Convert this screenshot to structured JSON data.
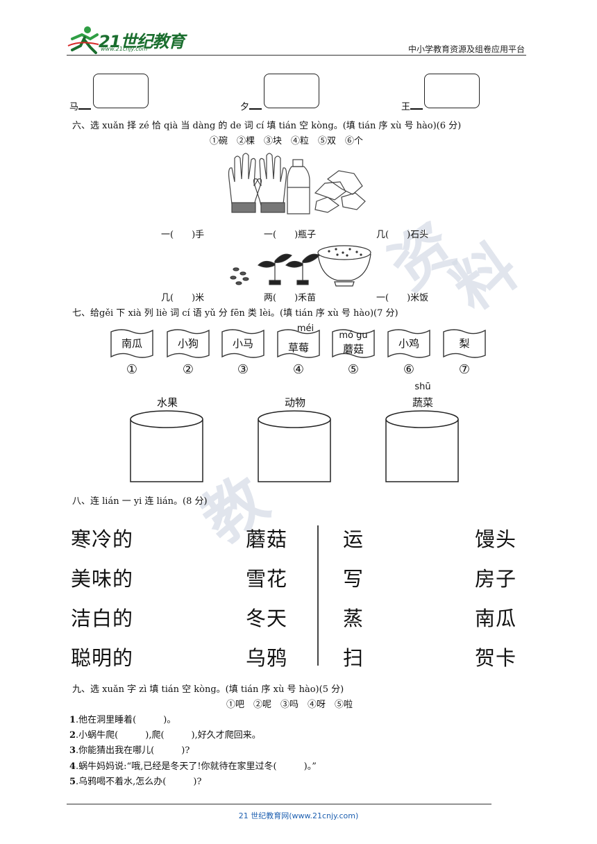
{
  "header": {
    "logo_text": "21世纪教育",
    "logo_url": "www.21cnjy.com",
    "right_text": "中小学教育资源及组卷应用平台"
  },
  "watermark": {
    "char1": "资",
    "char2": "料",
    "char3": "教"
  },
  "q5_row": {
    "items": [
      "马",
      "夕",
      "王"
    ]
  },
  "q6": {
    "title": "六、选 xuǎn 择 zé 恰 qià 当 dàng 的 de 词 cí 填 tián 空 kòng。(填 tián 序 xù 号 hào)(6 分)",
    "options": "①碗　②棵　③块　④粒　⑤双　⑥个",
    "row1": [
      "一(　　)手",
      "一(　　)瓶子",
      "几(　　)石头"
    ],
    "row2": [
      "几(　　)米",
      "两(　　)禾苗",
      "一(　　)米饭"
    ]
  },
  "q7": {
    "title": "七、给gěi 下 xià 列 liè 词 cí 语 yǔ 分 fēn 类 lèi。(填 tián 序 xù 号 hào)(7 分)",
    "flags": [
      {
        "word": "南瓜",
        "py": "",
        "num": "①"
      },
      {
        "word": "小狗",
        "py": "",
        "num": "②"
      },
      {
        "word": "小马",
        "py": "",
        "num": "③"
      },
      {
        "word": "草莓",
        "py": "méi",
        "num": "④"
      },
      {
        "word": "蘑菇",
        "py": "mó gu",
        "num": "⑤"
      },
      {
        "word": "小鸡",
        "py": "",
        "num": "⑥"
      },
      {
        "word": "梨",
        "py": "",
        "num": "⑦"
      }
    ],
    "buckets": [
      {
        "title": "水果",
        "py": ""
      },
      {
        "title": "动物",
        "py": ""
      },
      {
        "title": "蔬菜",
        "py": "shū"
      }
    ]
  },
  "q8": {
    "title": "八、连 lián 一 yi 连 lián。(8 分)",
    "left_a": [
      "寒冷的",
      "美味的",
      "洁白的",
      "聪明的"
    ],
    "left_b": [
      "蘑菇",
      "雪花",
      "冬天",
      "乌鸦"
    ],
    "right_a": [
      "运",
      "写",
      "蒸",
      "扫"
    ],
    "right_b": [
      "馒头",
      "房子",
      "南瓜",
      "贺卡"
    ]
  },
  "q9": {
    "title": "九、选 xuǎn 字 zì 填 tián 空 kòng。(填 tián 序 xù 号 hào)(5 分)",
    "options": "①吧　②呢　③吗　④呀　⑤啦",
    "sentences": [
      {
        "n": "1",
        "t": ".他在洞里睡着(　　　)。"
      },
      {
        "n": "2",
        "t": ".小蜗牛爬(　　　),爬(　　　),好久才爬回来。"
      },
      {
        "n": "3",
        "t": ".你能猜出我在哪儿(　　　)?"
      },
      {
        "n": "4",
        "t": ".蜗牛妈妈说:“哦,已经是冬天了!你就待在家里过冬(　　　)。”"
      },
      {
        "n": "5",
        "t": ".乌鸦喝不着水,怎么办(　　　)?"
      }
    ]
  },
  "footer": {
    "text": "21 世纪教育网(www.21cnjy.com)"
  }
}
